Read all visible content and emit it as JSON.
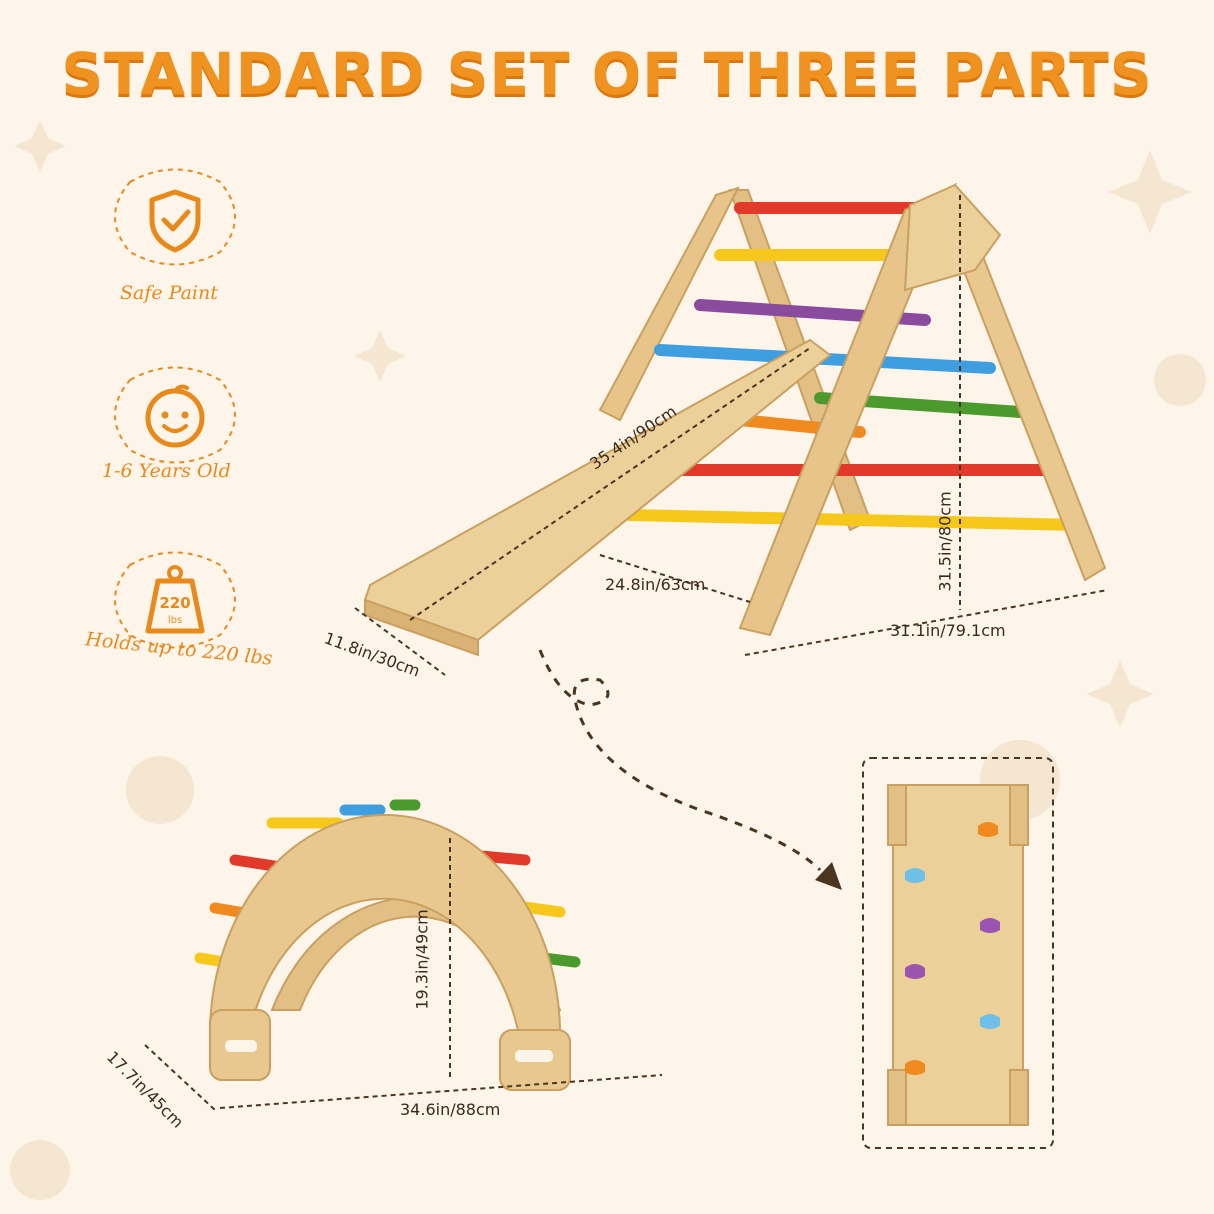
{
  "title": "STANDARD SET OF THREE PARTS",
  "features": [
    {
      "icon": "shield-check-icon",
      "label": "Safe Paint"
    },
    {
      "icon": "baby-face-icon",
      "label": "1-6 Years Old"
    },
    {
      "icon": "weight-icon",
      "label": "Holds up to 220 lbs",
      "weight_number": "220",
      "weight_unit": "lbs"
    }
  ],
  "triangle_dims": {
    "ramp_length": "35.4in/90cm",
    "ramp_width": "11.8in/30cm",
    "depth": "24.8in/63cm",
    "height": "31.5in/80cm",
    "base_width": "31.1in/79.1cm"
  },
  "arch_dims": {
    "depth": "17.7in/45cm",
    "height": "19.3in/49cm",
    "width": "34.6in/88cm"
  },
  "colors": {
    "title": "#f0921f",
    "accent": "#e8891b",
    "background": "#fdf5ea",
    "wood": "#e6c48a",
    "rungs": [
      "#e23a2a",
      "#f6c81c",
      "#8a4a9e",
      "#3f9ee0",
      "#4a9a2e",
      "#f08a1e"
    ]
  }
}
